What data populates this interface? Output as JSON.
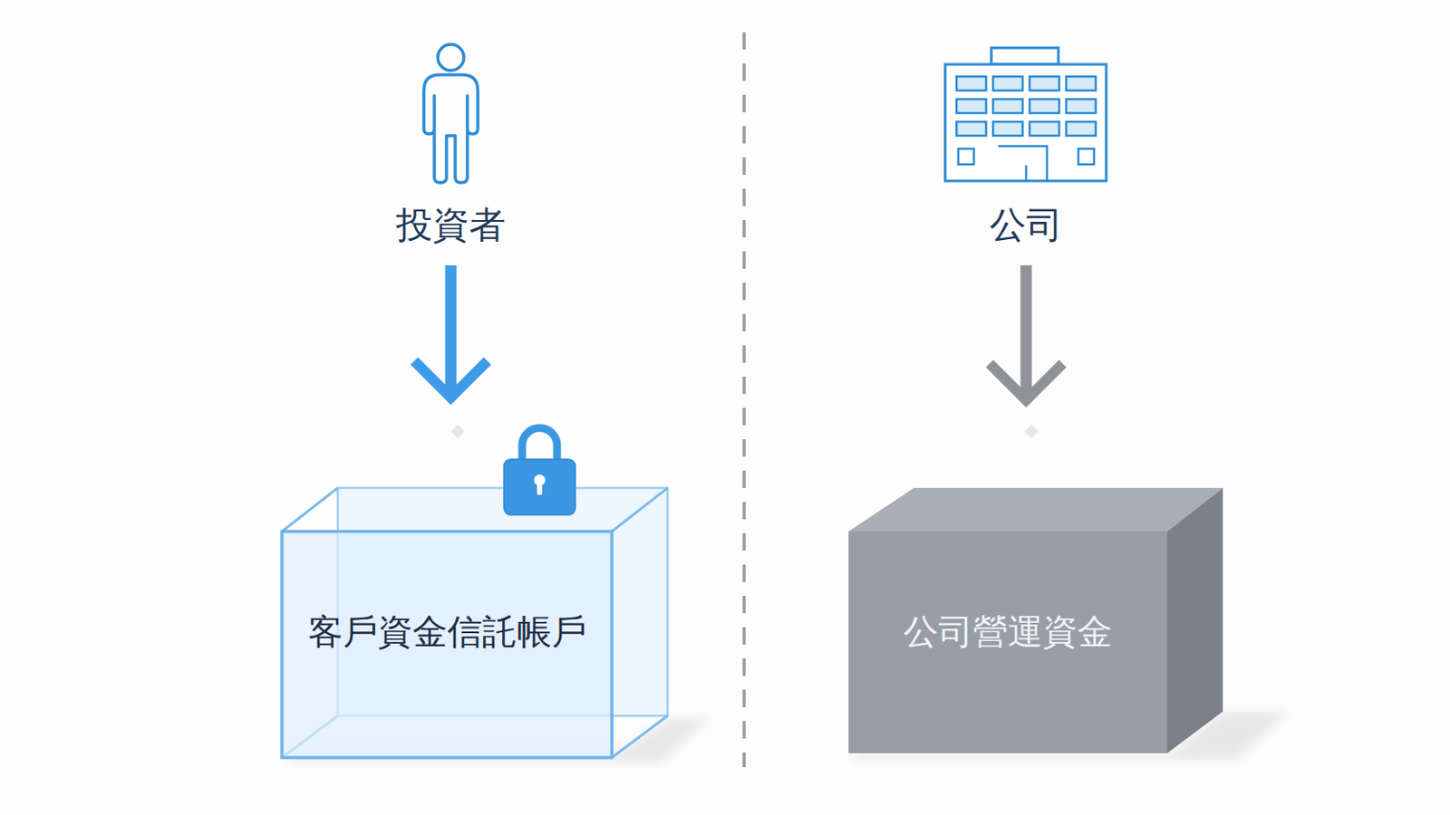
{
  "diagram": {
    "nodes": [
      {
        "text": [
          "投資者"
        ]
      },
      {
        "text": [
          "公司"
        ]
      },
      {
        "text": [
          "客戶資金信託帳戶"
        ]
      },
      {
        "text": [
          "公司營運資金"
        ]
      }
    ],
    "edges": [
      {
        "from": 0,
        "to": 2,
        "arrow": "to"
      },
      {
        "from": 1,
        "to": 3,
        "arrow": "to"
      }
    ]
  }
}
